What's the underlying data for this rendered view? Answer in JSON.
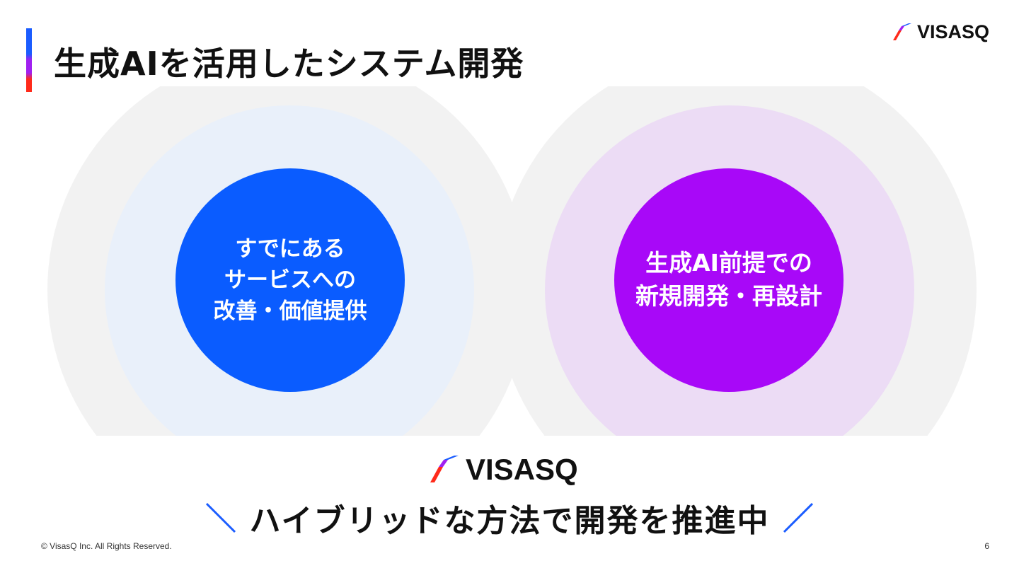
{
  "header": {
    "title": "生成AIを活用したシステム開発",
    "logo_text": "VISASQ"
  },
  "diagram": {
    "left_circle": {
      "lines": [
        "すでにある",
        "サービスへの",
        "改善・価値提供"
      ],
      "color": "#0a5cff"
    },
    "right_circle": {
      "lines": [
        "生成AI前提での",
        "新規開発・再設計"
      ],
      "color": "#a808f8"
    }
  },
  "footer_brand": {
    "logo_text": "VISASQ",
    "tagline": "ハイブリッドな方法で開発を推進中"
  },
  "footer": {
    "copyright": "© VisasQ Inc. All Rights Reserved.",
    "page_number": "6"
  },
  "colors": {
    "accent_blue": "#0a5cff",
    "accent_purple": "#a808f8",
    "accent_red": "#ff2a1a"
  }
}
